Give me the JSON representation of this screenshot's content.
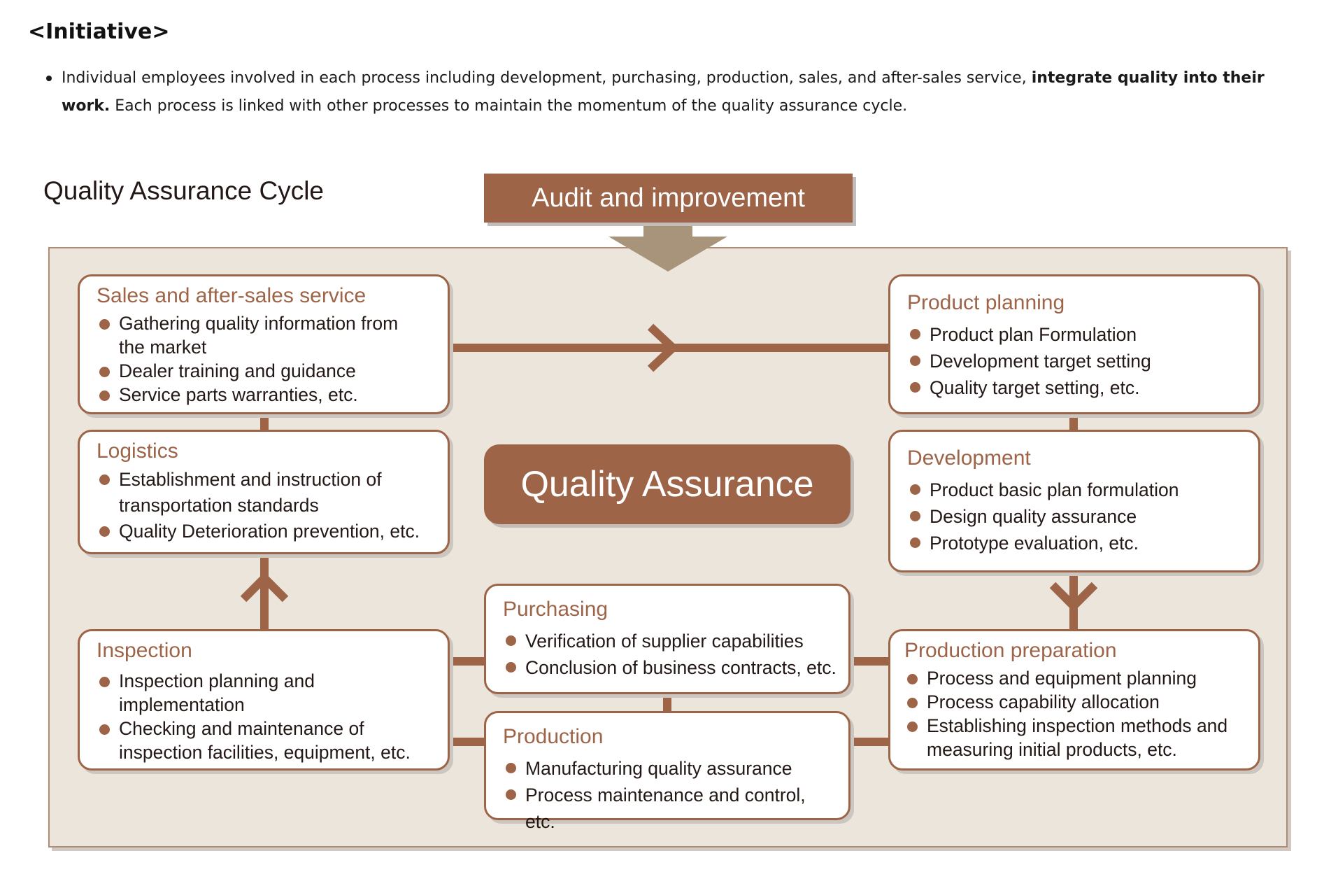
{
  "page": {
    "heading": "<Initiative>",
    "intro_text_a": "Individual employees involved in each process including development, purchasing, production, sales, and after-sales service, ",
    "intro_bold": "integrate quality into their work.",
    "intro_text_b": " Each process is linked with other processes to maintain the momentum of the quality assurance cycle."
  },
  "diagram": {
    "title": "Quality Assurance Cycle",
    "audit_label": "Audit and improvement",
    "center_label": "Quality Assurance",
    "colors": {
      "accent": "#9d6448",
      "panel": "#ebe5dc",
      "arrow_head": "#a8947a"
    },
    "boxes": {
      "sales": {
        "title": "Sales and after-sales service",
        "items": [
          "Gathering quality information from the market",
          "Dealer training and guidance",
          "Service parts warranties, etc."
        ]
      },
      "logistics": {
        "title": "Logistics",
        "items": [
          "Establishment and instruction of transportation standards",
          "Quality Deterioration prevention, etc."
        ]
      },
      "inspection": {
        "title": "Inspection",
        "items": [
          "Inspection planning and implementation",
          "Checking and maintenance of inspection facilities, equipment, etc."
        ]
      },
      "purchasing": {
        "title": "Purchasing",
        "items": [
          "Verification of supplier capabilities",
          "Conclusion of business contracts, etc."
        ]
      },
      "production": {
        "title": "Production",
        "items": [
          "Manufacturing quality assurance",
          "Process maintenance and control, etc."
        ]
      },
      "product_planning": {
        "title": "Product planning",
        "items": [
          "Product plan Formulation",
          "Development target setting",
          "Quality target setting, etc."
        ]
      },
      "development": {
        "title": "Development",
        "items": [
          "Product basic plan formulation",
          "Design quality assurance",
          "Prototype evaluation, etc."
        ]
      },
      "production_preparation": {
        "title": "Production preparation",
        "items": [
          "Process and equipment planning",
          "Process capability allocation",
          "Establishing inspection methods and measuring initial products, etc."
        ]
      }
    }
  }
}
